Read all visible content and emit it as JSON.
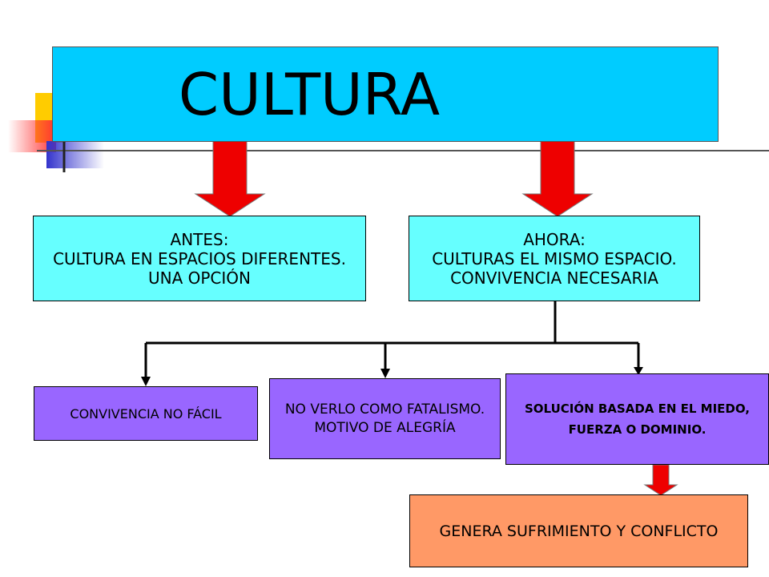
{
  "title": "CULTURA",
  "antes": {
    "lines": [
      "ANTES:",
      "CULTURA EN ESPACIOS DIFERENTES.",
      "UNA OPCIÓN"
    ]
  },
  "ahora": {
    "lines": [
      "AHORA:",
      "CULTURAS EL MISMO ESPACIO.",
      "CONVIVENCIA NECESARIA"
    ]
  },
  "convivencia": "CONVIVENCIA NO FÁCIL",
  "fatalismo": {
    "lines": [
      "NO VERLO COMO FATALISMO.",
      "MOTIVO DE ALEGRÍA"
    ]
  },
  "solucion": {
    "lines": [
      "SOLUCIÓN BASADA EN EL MIEDO,",
      "FUERZA O DOMINIO."
    ]
  },
  "genera": "GENERA SUFRIMIENTO Y CONFLICTO",
  "colors": {
    "title_bg": "#00ccff",
    "level1_bg": "#66ffff",
    "level2_bg": "#9966ff",
    "result_bg": "#ff9966",
    "arrow_red": "#ee0000",
    "deco_yellow": "#ffcc00",
    "deco_blue": "#3333cc",
    "deco_red": "#ff3333"
  }
}
